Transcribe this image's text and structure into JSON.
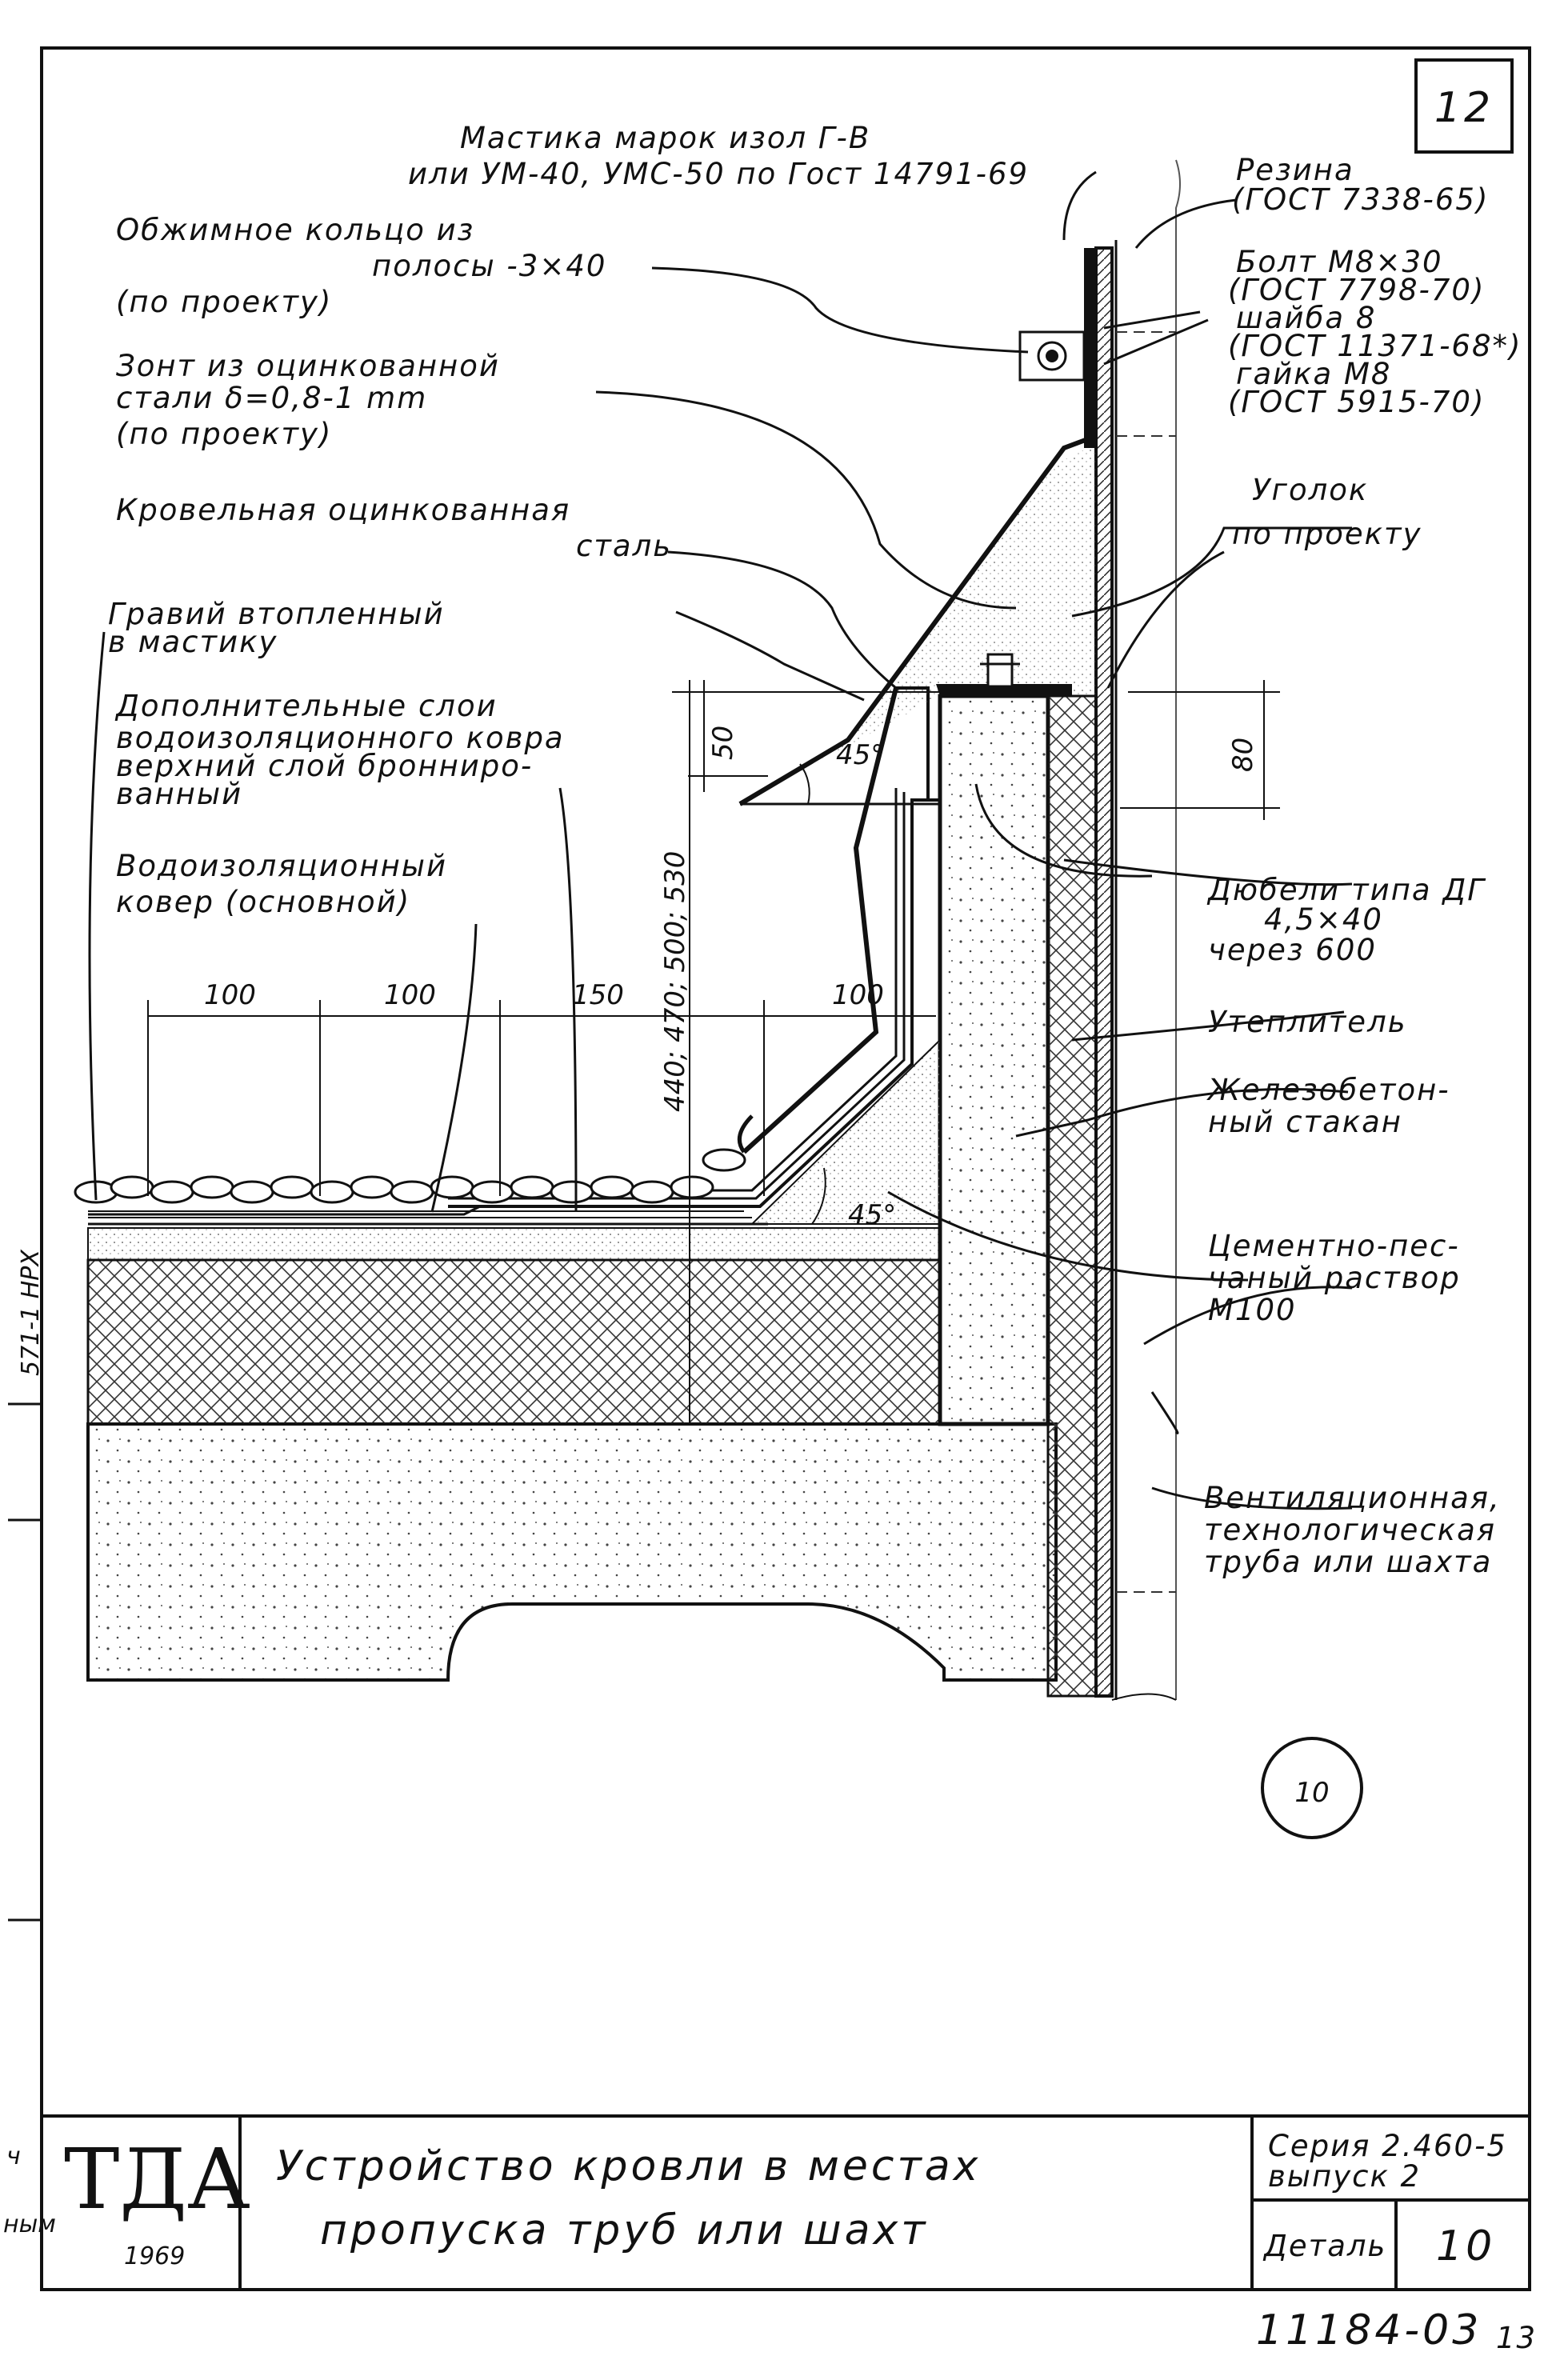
{
  "sheet": {
    "page_number": "12",
    "side_stamp": "571-1 НРХ"
  },
  "callouts": {
    "mastic": [
      "Мастика марок изол Г-В",
      "или УМ-40, УМС-50 по Гост 14791-69"
    ],
    "ring": [
      "Обжимное кольцо из",
      "полосы -3×40",
      "(по проекту)"
    ],
    "umbrella": [
      "Зонт из оцинкованной",
      "стали δ=0,8-1 mm",
      "(по проекту)"
    ],
    "roof_steel": [
      "Кровельная оцинкованная",
      "сталь"
    ],
    "gravel": [
      "Гравий втопленный",
      "в мастику"
    ],
    "extra_layers": [
      "Дополнительные слои",
      "водоизоляционного ковра",
      "верхний слой бронниро-",
      "ванный"
    ],
    "main_carpet": [
      "Водоизоляционный",
      "ковер (основной)"
    ],
    "rubber": [
      "Резина",
      "(ГОСТ 7338-65)"
    ],
    "bolt": [
      "Болт М8×30",
      "(ГОСТ 7798-70)",
      "шайба 8",
      "(ГОСТ 11371-68*)",
      "гайка М8",
      "(ГОСТ 5915-70)"
    ],
    "angle": [
      "Уголок",
      "по проекту"
    ],
    "dowels": [
      "Дюбели типа ДГ",
      "4,5×40",
      "через 600"
    ],
    "insulation": [
      "Утеплитель"
    ],
    "rc_sleeve": [
      "Железобетон-",
      "ный стакан"
    ],
    "mortar": [
      "Цементно-пес-",
      "чаный раствор",
      "М100"
    ],
    "pipe": [
      "Вентиляционная,",
      "технологическая",
      "труба или шахта"
    ]
  },
  "dimensions": {
    "d100a": "100",
    "d100b": "100",
    "d150": "150",
    "d100c": "100",
    "d50": "50",
    "d80": "80",
    "height": "440; 470; 500; 530",
    "angle1": "45°",
    "angle2": "45°"
  },
  "detail_marker": "10",
  "title_block": {
    "logo": "ТДА",
    "year": "1969",
    "title_line1": "Устройство кровли в местах",
    "title_line2": "пропуска труб или шахт",
    "series_line1": "Серия 2.460-5",
    "series_line2": "выпуск 2",
    "detail_label": "Деталь",
    "detail_value": "10",
    "left_stamp": "ч",
    "left_stamp2": "ным"
  },
  "footer": {
    "doc_number": "11184-03",
    "sheet_number": "13"
  }
}
